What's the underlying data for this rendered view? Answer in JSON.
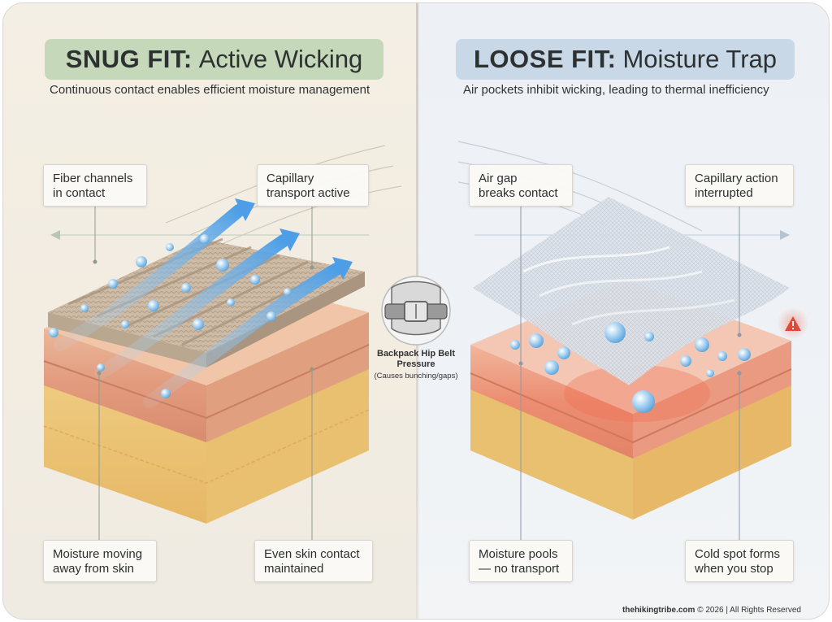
{
  "left": {
    "title_bold": "SNUG FIT:",
    "title_rest": "Active Wicking",
    "subtitle": "Continuous contact enables efficient moisture management",
    "callouts": {
      "fiber": [
        "Fiber channels",
        "in contact"
      ],
      "capillary": [
        "Capillary",
        "transport active"
      ],
      "moisture": [
        "Moisture moving",
        "away from skin"
      ],
      "skin": [
        "Even skin contact",
        "maintained"
      ]
    },
    "colors": {
      "title_bg": "#c5d8b9"
    }
  },
  "right": {
    "title_bold": "LOOSE FIT:",
    "title_rest": "Moisture Trap",
    "subtitle": "Air pockets inhibit wicking, leading to thermal inefficiency",
    "callouts": {
      "air_gap": [
        "Air gap",
        "breaks contact"
      ],
      "capillary": [
        "Capillary action",
        "interrupted"
      ],
      "pools": [
        "Moisture pools",
        "— no transport"
      ],
      "cold": [
        "Cold spot forms",
        "when you stop"
      ]
    },
    "colors": {
      "title_bg": "#c8d8e6",
      "warning": "#e0483a"
    }
  },
  "center": {
    "belt_title": "Backpack Hip Belt Pressure",
    "belt_note": "(Causes bunching/gaps)",
    "icon": "hip-belt-icon"
  },
  "footer": {
    "site": "thehikingtribe.com",
    "rest": "© 2026 | All Rights Reserved"
  }
}
